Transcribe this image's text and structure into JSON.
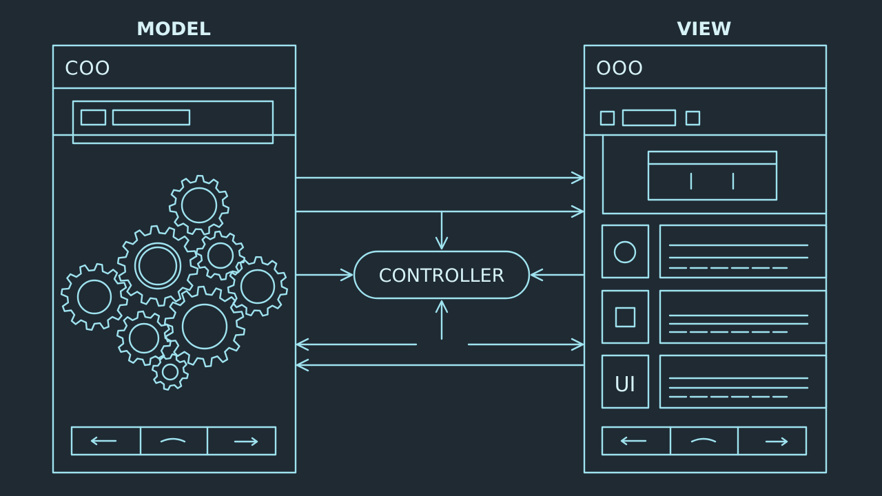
{
  "colors": {
    "background": "#1f2a33",
    "line": "#9fe3ef",
    "text": "#d6f2f7"
  },
  "model_panel": {
    "title": "MODEL",
    "window_dots": "COO",
    "content": "gear-cluster"
  },
  "view_panel": {
    "title": "VIEW",
    "window_dots": "OOO",
    "list_items": [
      {
        "icon": "circle"
      },
      {
        "icon": "square"
      },
      {
        "icon": "UI"
      }
    ]
  },
  "controller": {
    "label": "CONTROLLER"
  },
  "icons": {
    "gears": "gear-icon",
    "arrows": "arrow-icon",
    "back": "arrow-left-icon",
    "forward": "arrow-right-icon",
    "middle": "curve-icon"
  }
}
